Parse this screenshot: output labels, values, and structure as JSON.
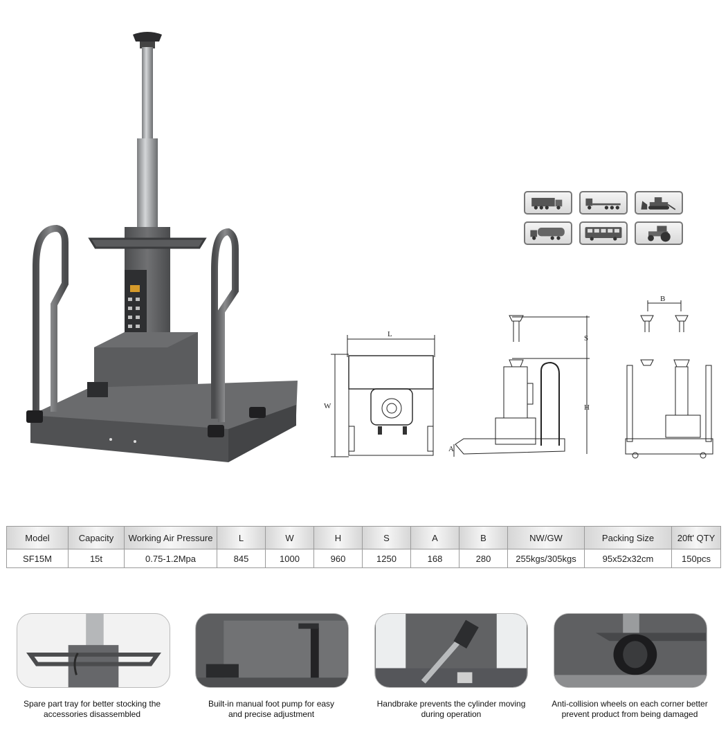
{
  "dimension_labels": {
    "l": "L",
    "w": "W",
    "s": "S",
    "h": "H",
    "a": "A",
    "b": "B"
  },
  "vehicle_icons": [
    "truck-icon",
    "flatbed-truck-icon",
    "bulldozer-icon",
    "tanker-truck-icon",
    "bus-icon",
    "tractor-icon"
  ],
  "spec_table": {
    "headers": [
      "Model",
      "Capacity",
      "Working Air Pressure",
      "L",
      "W",
      "H",
      "S",
      "A",
      "B",
      "NW/GW",
      "Packing Size",
      "20ft' QTY"
    ],
    "row": [
      "SF15M",
      "15t",
      "0.75-1.2Mpa",
      "845",
      "1000",
      "960",
      "1250",
      "168",
      "280",
      "255kgs/305kgs",
      "95x52x32cm",
      "150pcs"
    ]
  },
  "features": [
    {
      "caption_line1": "Spare part tray for better stocking the",
      "caption_line2": "accessories disassembled"
    },
    {
      "caption_line1": "Built-in manual foot pump for easy",
      "caption_line2": "and precise adjustment"
    },
    {
      "caption_line1": "Handbrake prevents the cylinder moving",
      "caption_line2": "during operation"
    },
    {
      "caption_line1": "Anti-collision wheels on each corner better",
      "caption_line2": "prevent product from being damaged"
    }
  ],
  "colors": {
    "body_gray": "#5f6062",
    "dark_gray": "#3f4042",
    "rail_gray": "#6c6d6f",
    "cylinder": "#9ea0a2"
  }
}
